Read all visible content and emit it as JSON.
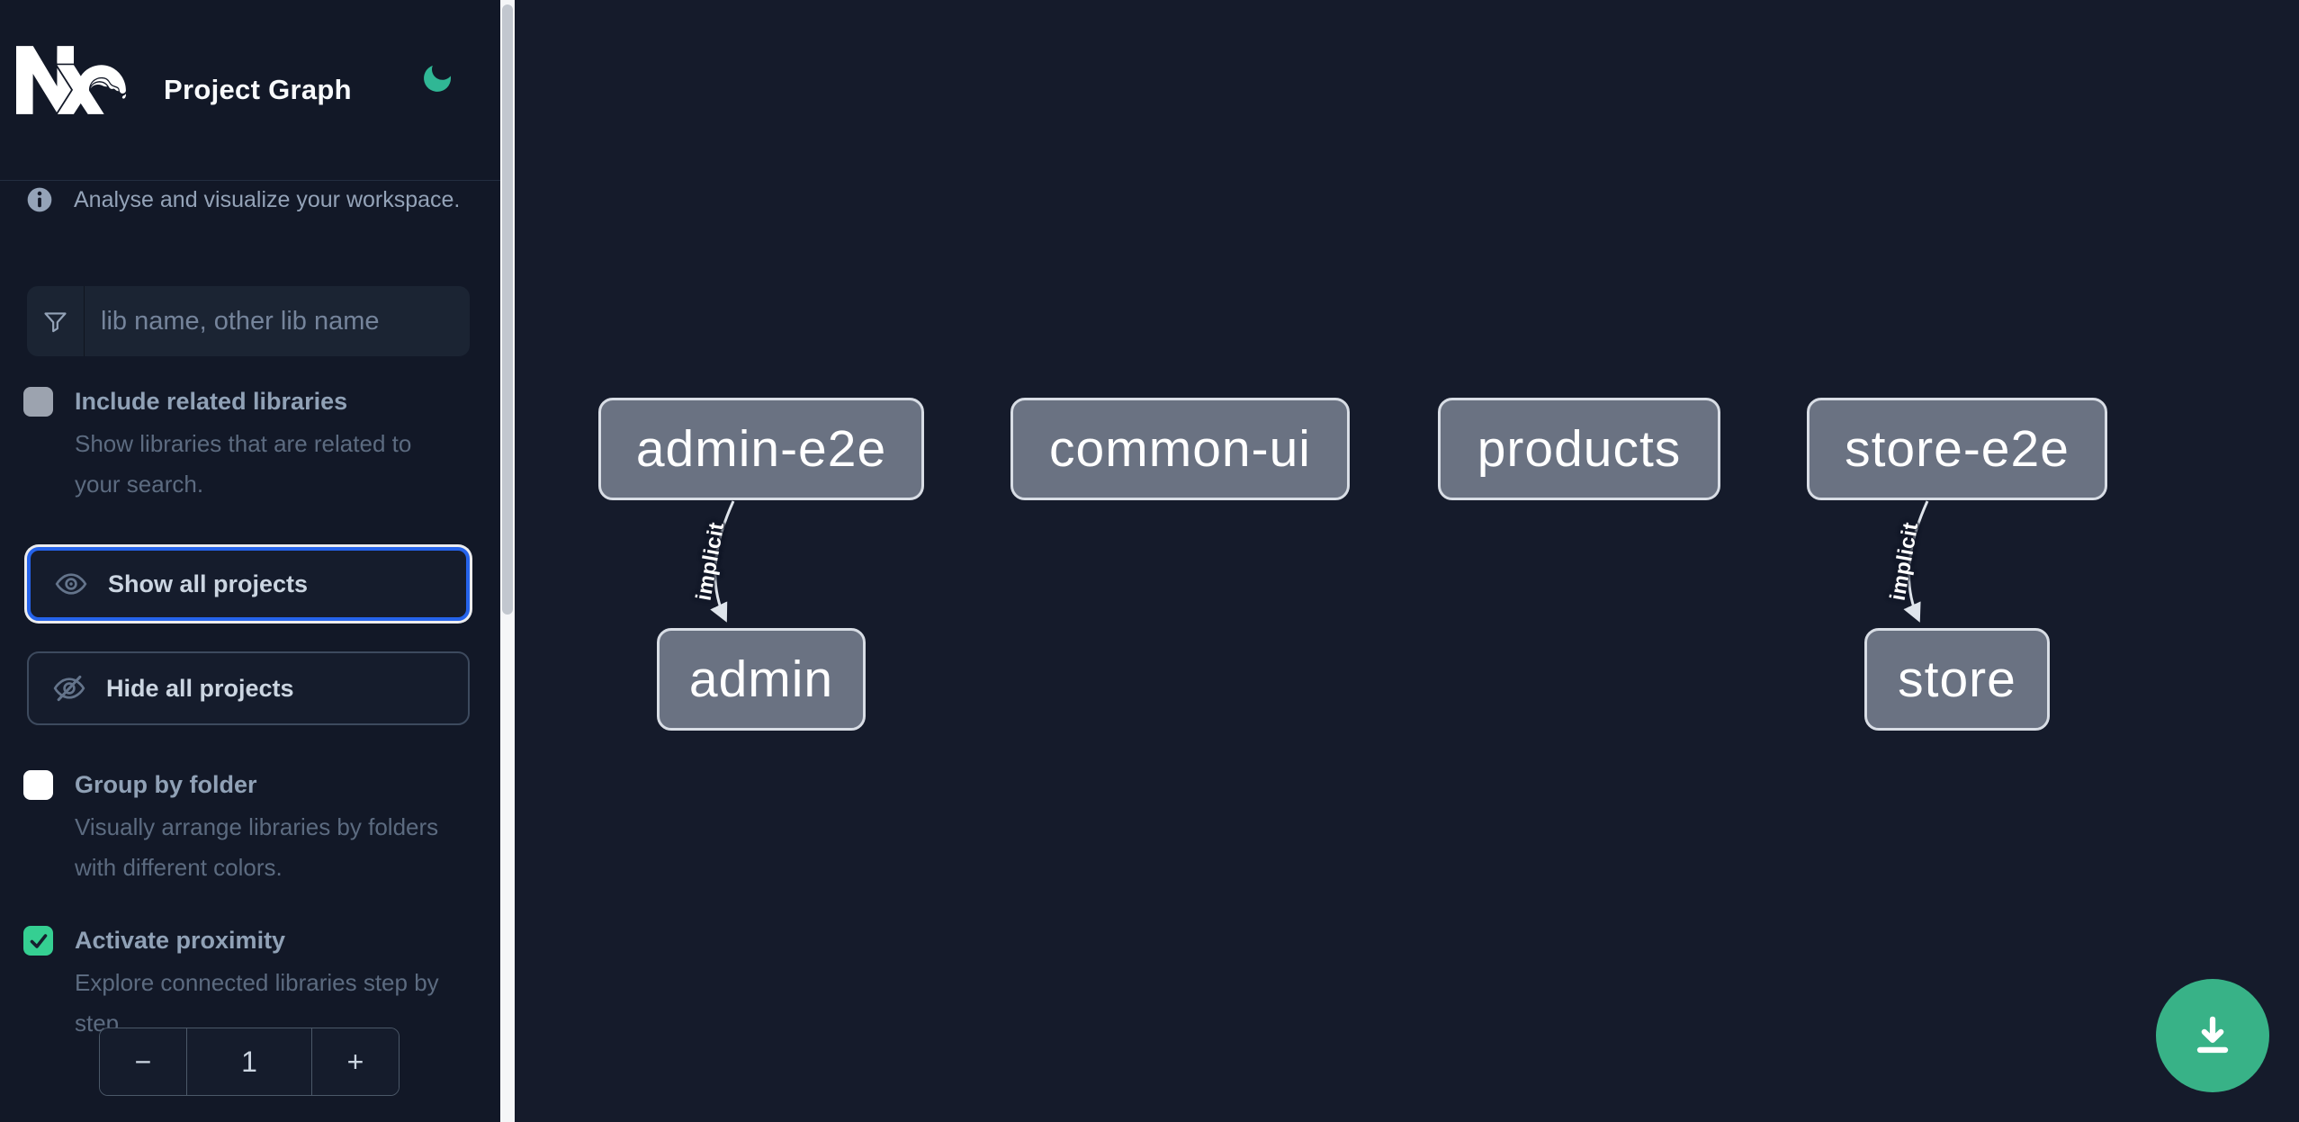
{
  "app": {
    "title": "Project Graph"
  },
  "sidebar": {
    "info_text": "Analyse and visualize your workspace.",
    "search": {
      "placeholder": "lib name, other lib name",
      "value": "",
      "icon": "funnel-icon"
    },
    "toggles": [
      {
        "label": "Include related libraries",
        "description": "Show libraries that are related to your search.",
        "checked": false
      },
      {
        "label": "Group by folder",
        "description": "Visually arrange libraries by folders with different colors.",
        "checked": false
      },
      {
        "label": "Activate proximity",
        "description": "Explore connected libraries step by step.",
        "checked": true
      }
    ],
    "buttons": [
      {
        "label": "Show all projects",
        "icon": "eye-icon",
        "focused": true
      },
      {
        "label": "Hide all projects",
        "icon": "eye-slash-icon",
        "focused": false
      }
    ],
    "proximity_stepper": {
      "decrement": "−",
      "value": "1",
      "increment": "+"
    }
  },
  "graph": {
    "nodes": [
      {
        "id": "admin-e2e",
        "label": "admin-e2e"
      },
      {
        "id": "common-ui",
        "label": "common-ui"
      },
      {
        "id": "products",
        "label": "products"
      },
      {
        "id": "store-e2e",
        "label": "store-e2e"
      },
      {
        "id": "admin",
        "label": "admin"
      },
      {
        "id": "store",
        "label": "store"
      }
    ],
    "edges": [
      {
        "source": "admin-e2e",
        "target": "admin",
        "label": "implicit"
      },
      {
        "source": "store-e2e",
        "target": "store",
        "label": "implicit"
      }
    ]
  },
  "fab": {
    "icon": "download-icon"
  },
  "colors": {
    "sidebar_bg": "#121827",
    "canvas_bg": "#151b2b",
    "accent_moon": "#30b795",
    "accent_checkbox": "#35cf92",
    "fab_green": "#38b287",
    "focus_blue": "#2563eb",
    "node_fill": "#6a7282",
    "node_border": "#d8dde5",
    "edge": "#dfe5ec"
  }
}
